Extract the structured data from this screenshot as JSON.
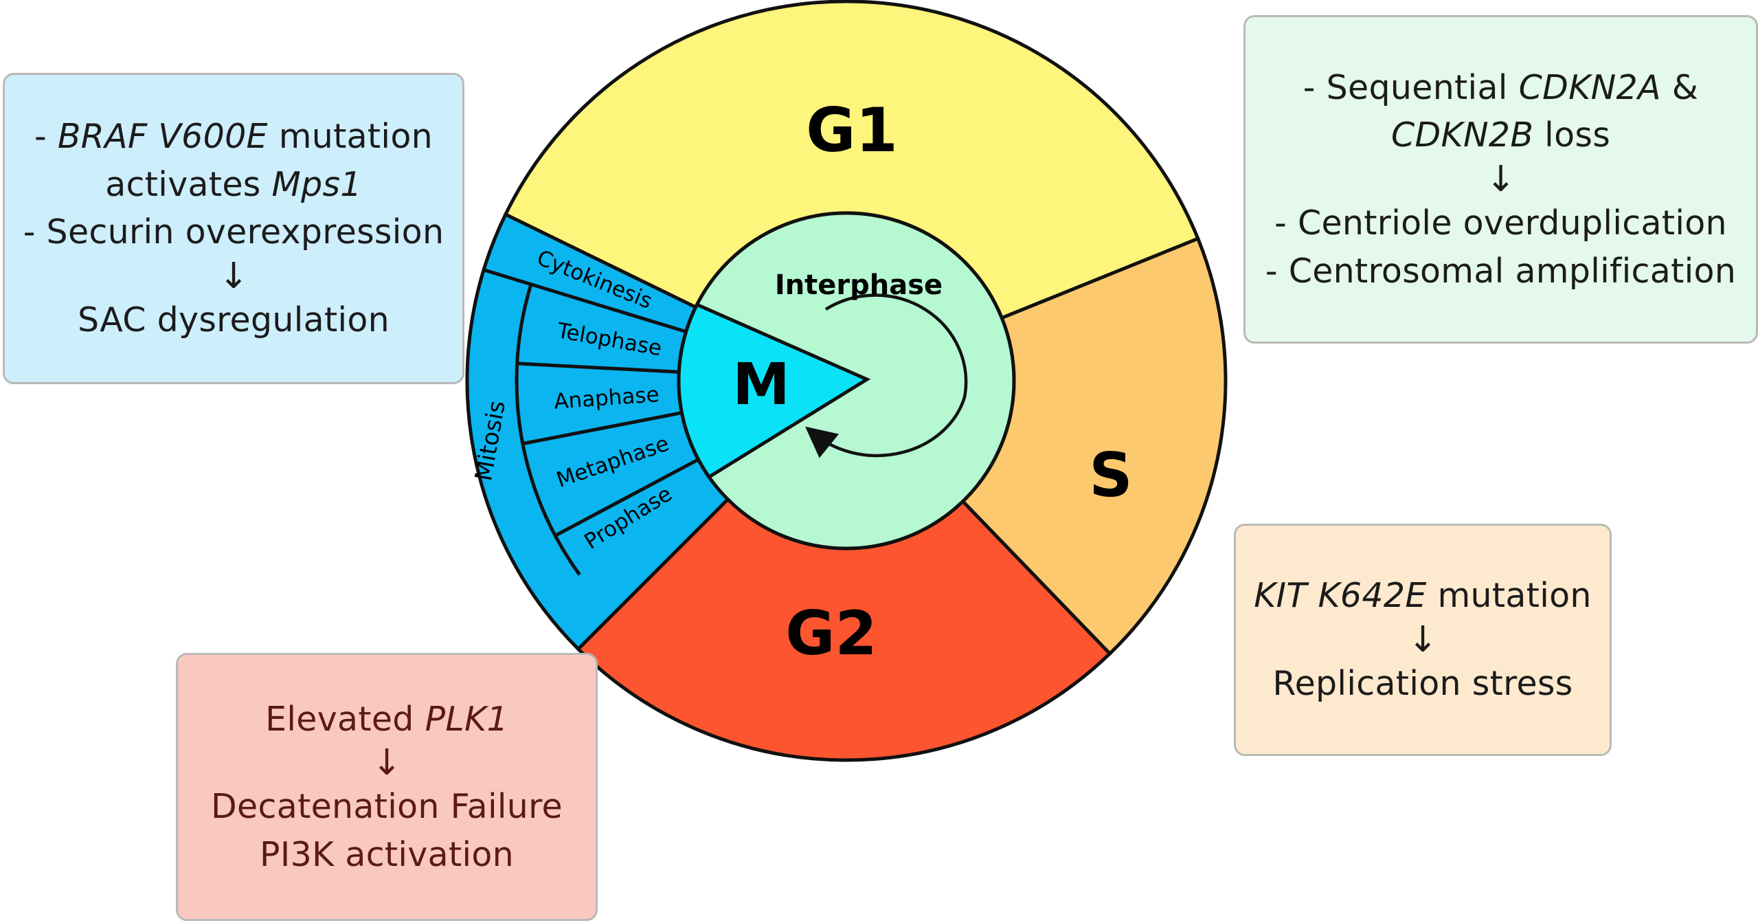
{
  "wheel": {
    "g1": "G1",
    "s": "S",
    "g2": "G2",
    "m": "M",
    "interphase": "Interphase",
    "mitosis": "Mitosis",
    "stages": [
      "Cytokinesis",
      "Telophase",
      "Anaphase",
      "Metaphase",
      "Prophase"
    ],
    "colors": {
      "g1": "#fdf57c",
      "s": "#fdc96e",
      "g2": "#fd552f",
      "mitosis": "#0bb5f0",
      "m": "#0ae2f8",
      "interphase": "#b5f8d2"
    }
  },
  "boxes": {
    "braf": {
      "line1_italic": "BRAF V600E",
      "line1_rest": " mutation",
      "line2_rest": "activates ",
      "line2_italic": "Mps1",
      "line3": "- Securin overexpression",
      "arrow": "↓",
      "line4": "SAC dysregulation",
      "prefix": "- "
    },
    "cdkn": {
      "line1_pre": "- Sequential ",
      "line1_italic": "CDKN2A",
      "line1_post": " &",
      "line2_italic": "CDKN2B",
      "line2_post": " loss",
      "arrow": "↓",
      "line3": "- Centriole overduplication",
      "line4": "- Centrosomal amplification"
    },
    "kit": {
      "line1_italic": "KIT K642E",
      "line1_post": " mutation",
      "arrow": "↓",
      "line2": "Replication stress"
    },
    "plk": {
      "line1_pre": "Elevated ",
      "line1_italic": "PLK1",
      "arrow": "↓",
      "line2": "Decatenation Failure",
      "line3": "PI3K activation"
    }
  }
}
